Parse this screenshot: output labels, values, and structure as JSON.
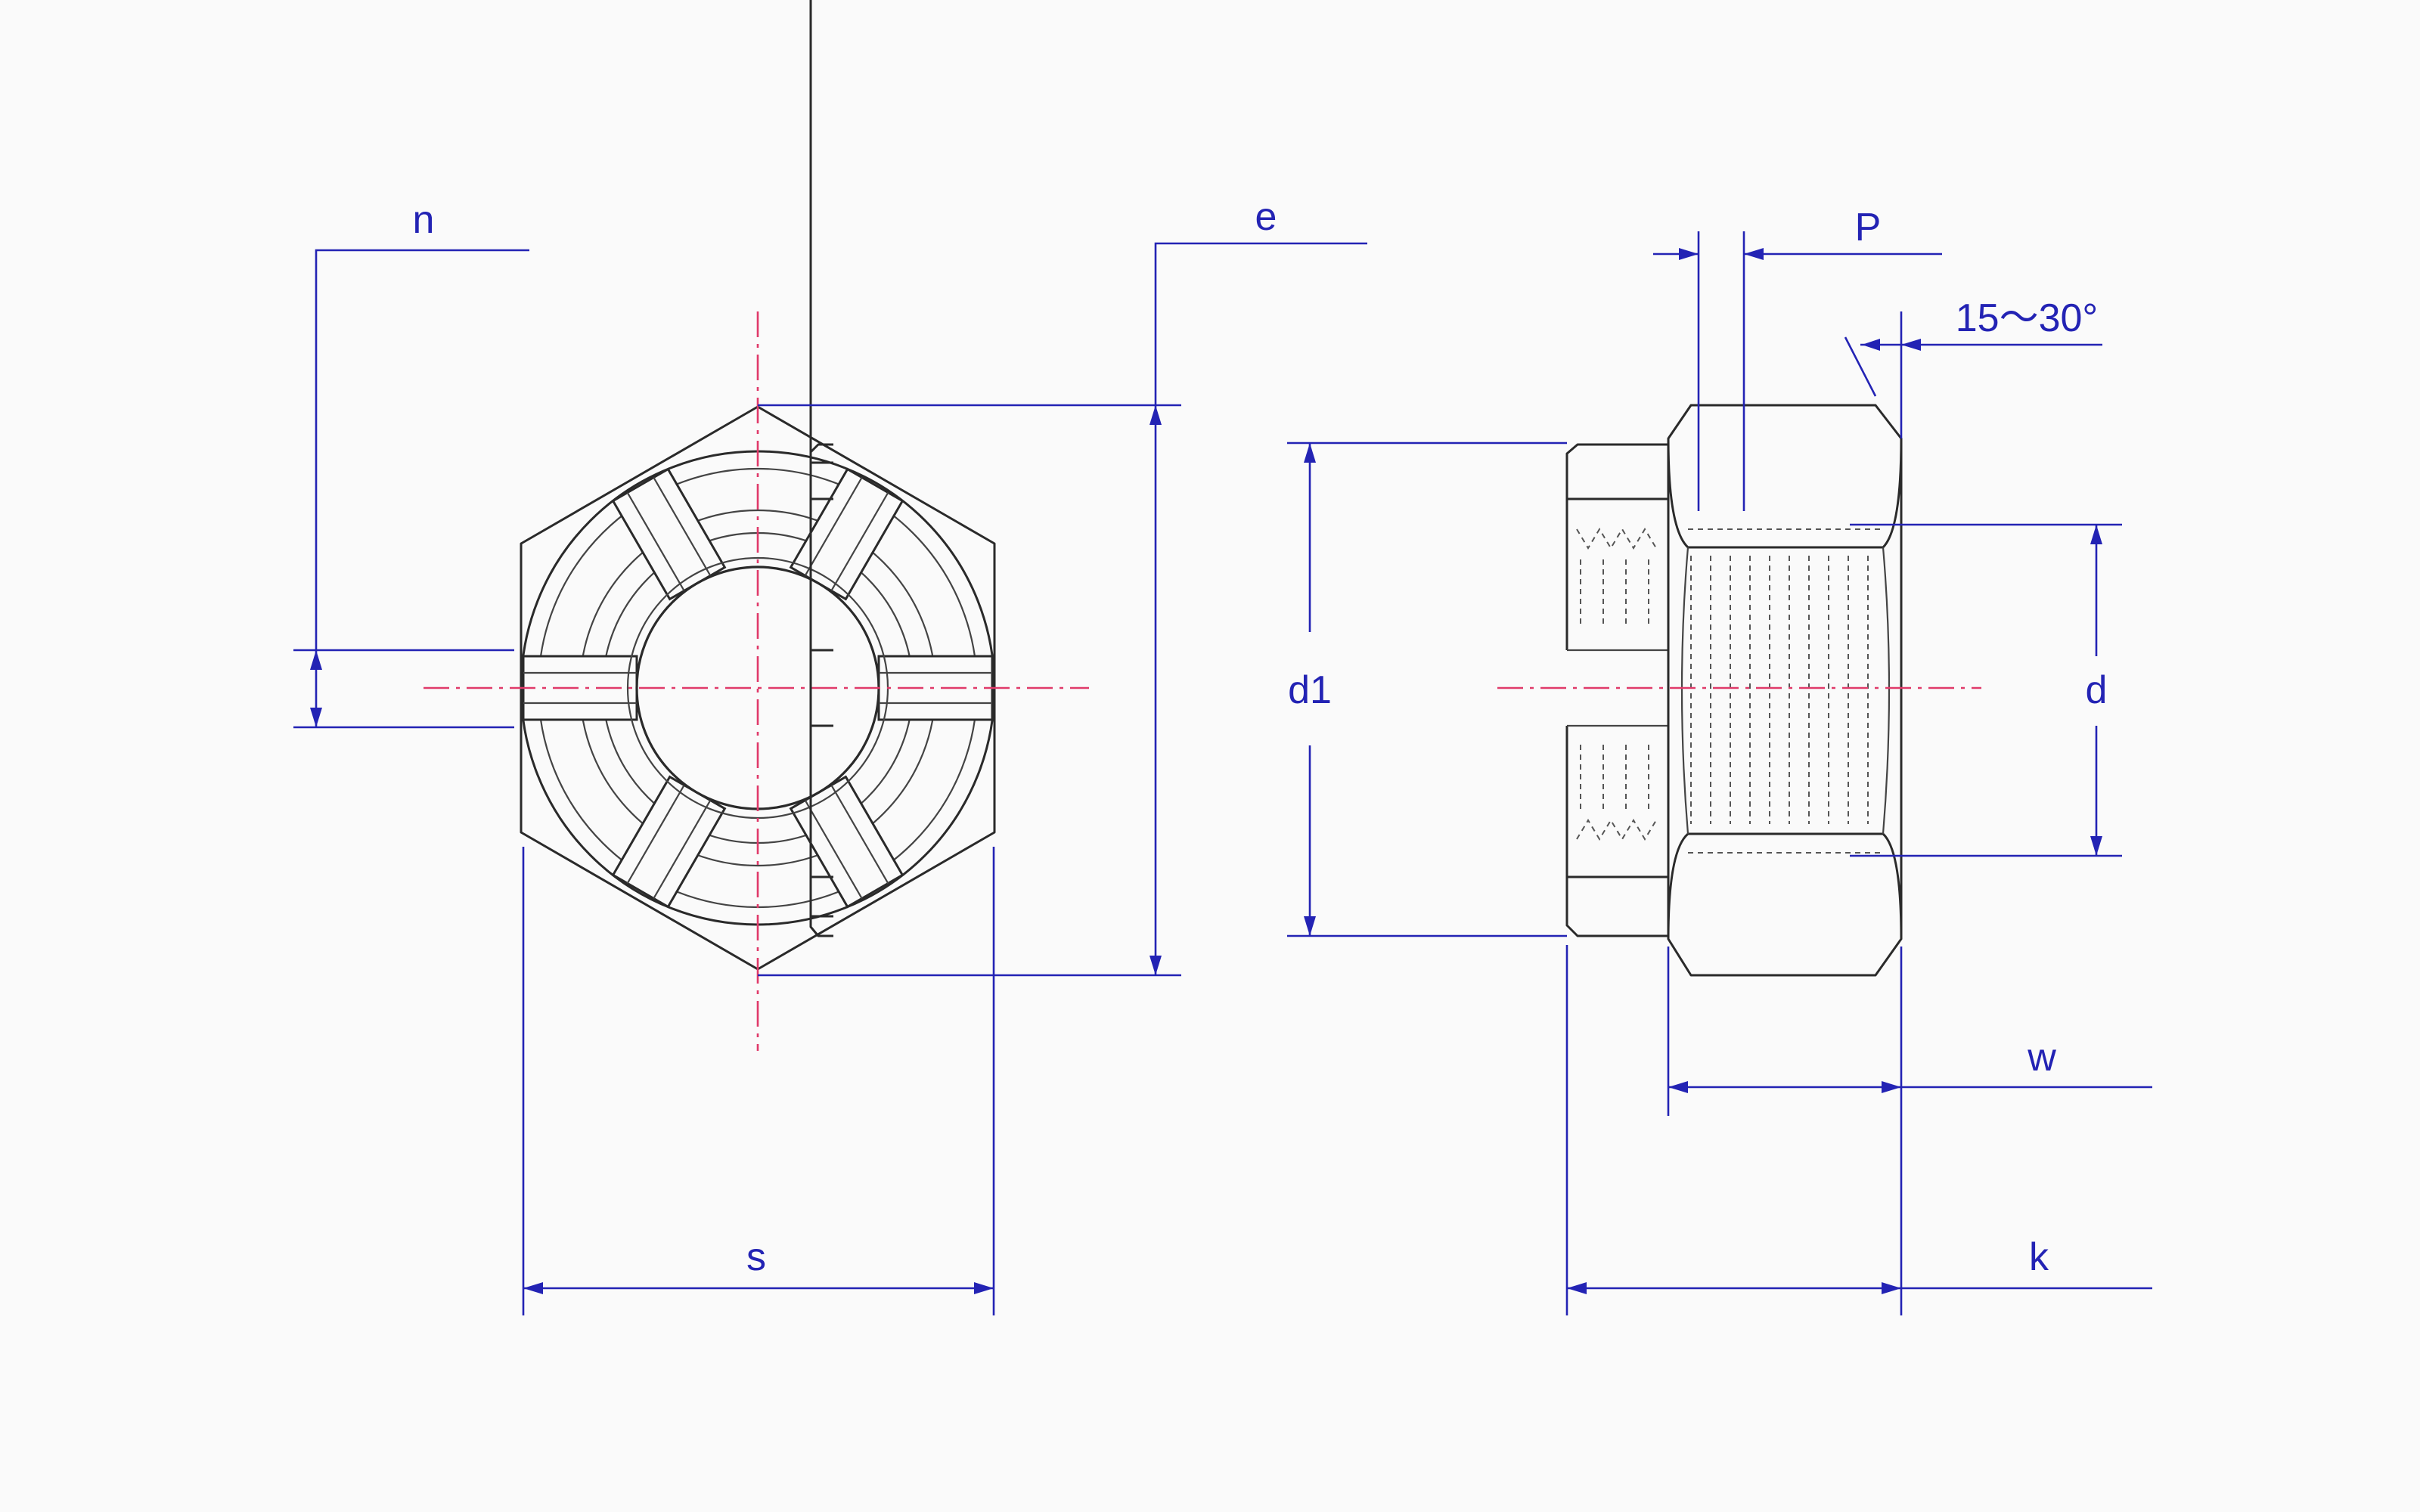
{
  "labels": {
    "n": "n",
    "e": "e",
    "s": "s",
    "p": "P",
    "angle": "15～30°",
    "d1": "d1",
    "d": "d",
    "w": "w",
    "k": "k"
  },
  "colors": {
    "dimension": "#2323b4",
    "centerline": "#e03a6a",
    "part_outline": "#2a2a2a",
    "background": "#fafafa"
  }
}
